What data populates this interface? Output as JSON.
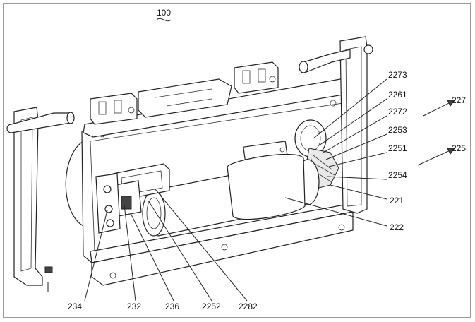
{
  "figure": {
    "title_ref": "100",
    "labels": {
      "l227": "227",
      "l225": "225",
      "l2273": "2273",
      "l2261": "2261",
      "l2272": "2272",
      "l2253": "2253",
      "l2251": "2251",
      "l2254": "2254",
      "l221": "221",
      "l222": "222",
      "l234": "234",
      "l232": "232",
      "l236": "236",
      "l2252": "2252",
      "l2282": "2282"
    }
  }
}
